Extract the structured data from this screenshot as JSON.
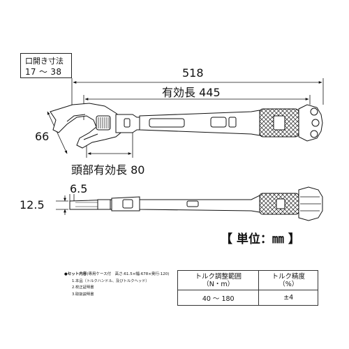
{
  "opening": {
    "label": "口開き寸法",
    "range": "17 ～ 38"
  },
  "dimensions": {
    "overall": "518",
    "effective_length": "有効長 445",
    "head_height": "66",
    "head_effective_length": "頭部有効長  80",
    "jaw_thickness": "6.5",
    "head_thickness": "12.5"
  },
  "unit_label": "【 単位：㎜ 】",
  "notes": {
    "heading": "●セット内容",
    "case_note": "(専用ケース付　高さ:61.5×幅:678×奥行:120)",
    "items": [
      "1.本品（トルクハンドル、及びトルクヘッド）",
      "2.校正証明書",
      "3.取扱説明書"
    ]
  },
  "spec_table": {
    "col1_header_line1": "トルク調整範囲",
    "col1_header_line2": "（N・m）",
    "col2_header_line1": "トルク精度",
    "col2_header_line2": "（%）",
    "col1_value": "40 ～ 180",
    "col2_value": "±4"
  }
}
